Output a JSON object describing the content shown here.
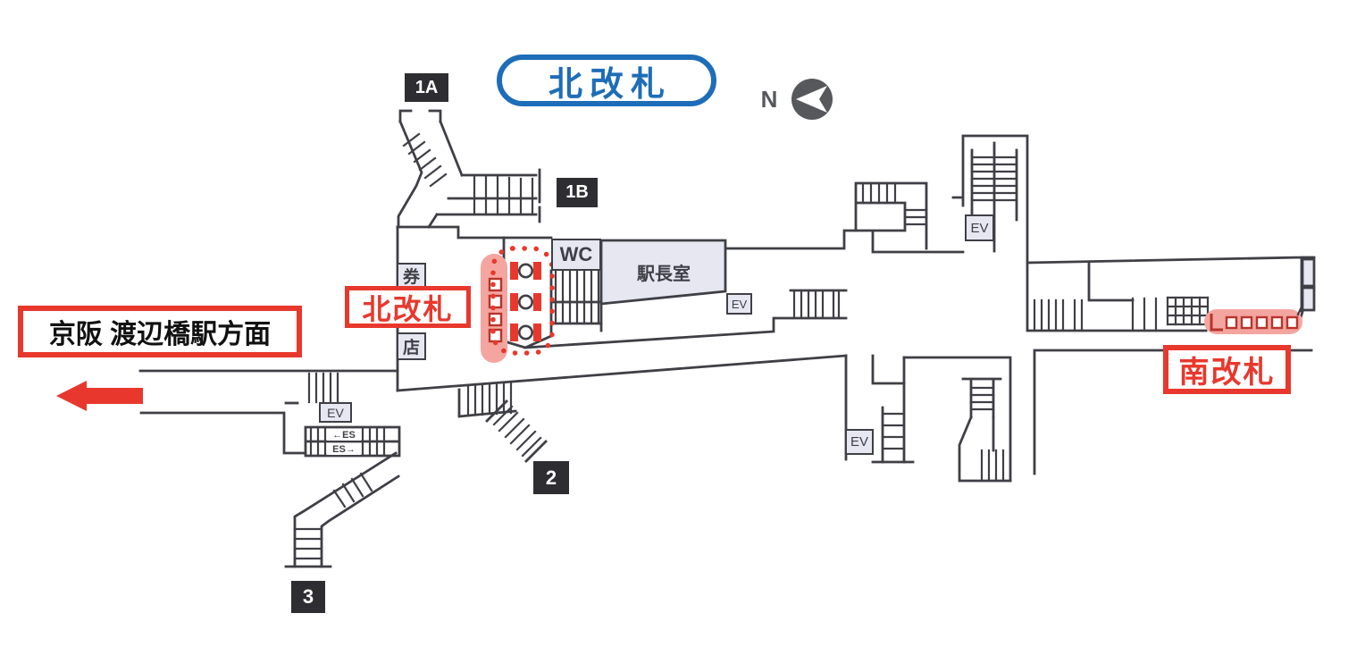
{
  "map_title": "北改札",
  "compass": {
    "label": "N"
  },
  "entrances": {
    "p1a": "1A",
    "p1b": "1B",
    "p2": "2",
    "p3": "3"
  },
  "gates": {
    "north_label": "北改札",
    "south_label": "南改札"
  },
  "direction_sign": "京阪 渡辺橋駅方面",
  "rooms": {
    "wc": "WC",
    "station_master": "駅長室",
    "ticket": "券",
    "shop": "店"
  },
  "facility": {
    "elevator": "EV",
    "escalator_left": "←ES",
    "escalator_right": "ES→"
  },
  "colors": {
    "accent_red": "#e8382d",
    "accent_blue": "#1e6db8",
    "highlight_pink": "#f5a5a0",
    "line": "#3f3f46",
    "room_fill": "#e7e7f2",
    "badge_bg": "#2e2e32",
    "gate_outline_red": "#b8342b"
  }
}
